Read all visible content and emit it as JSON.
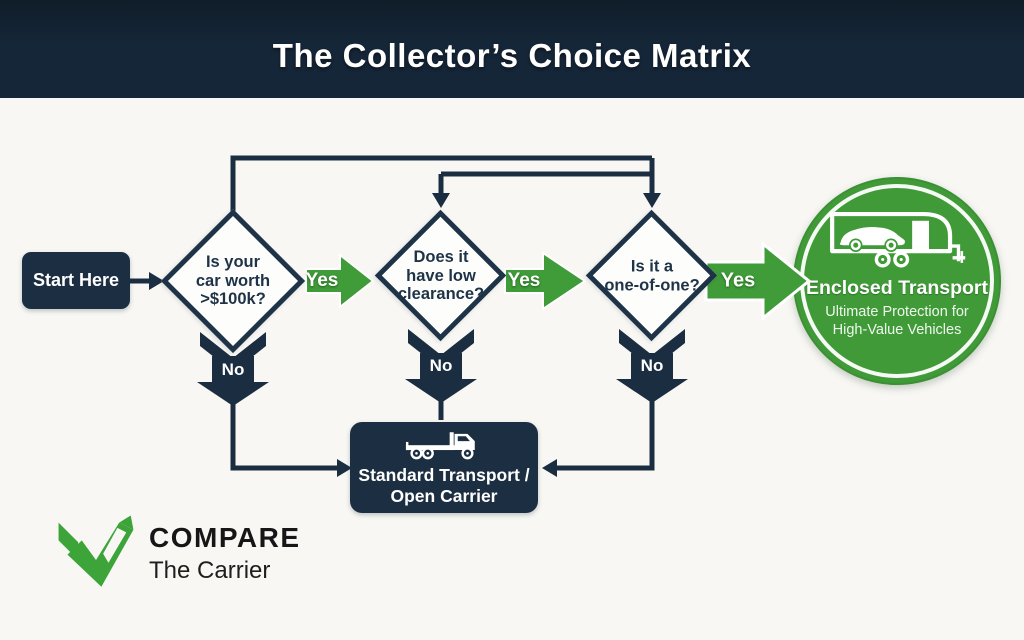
{
  "header": {
    "title": "The Collector’s Choice Matrix"
  },
  "flow": {
    "start_label": "Start Here",
    "decisions": [
      {
        "lines": [
          "Is your",
          "car worth",
          ">$100k?"
        ],
        "yes_label": "Yes",
        "no_label": "No"
      },
      {
        "lines": [
          "Does it",
          "have low",
          "clearance?"
        ],
        "yes_label": "Yes",
        "no_label": "No"
      },
      {
        "lines": [
          "Is it a",
          "one-of-one?"
        ],
        "yes_label": "Yes",
        "no_label": "No"
      }
    ],
    "standard_outcome": {
      "icon": "flatbed-truck-icon",
      "line1": "Standard Transport /",
      "line2": "Open Carrier"
    },
    "enclosed_outcome": {
      "icon": "enclosed-trailer-icon",
      "title": "Enclosed Transport",
      "subtitle_line1": "Ultimate Protection for",
      "subtitle_line2": "High-Value Vehicles"
    }
  },
  "logo": {
    "icon": "compare-the-carrier-mark",
    "name": "COMPARE",
    "tagline": "The Carrier"
  },
  "colors": {
    "header_bg": "#152638",
    "navy": "#1b2e41",
    "arrow_green": "#3f9c38",
    "circle_green": "#3f9a37",
    "logo_green": "#3da43a",
    "background": "#f8f7f4"
  }
}
